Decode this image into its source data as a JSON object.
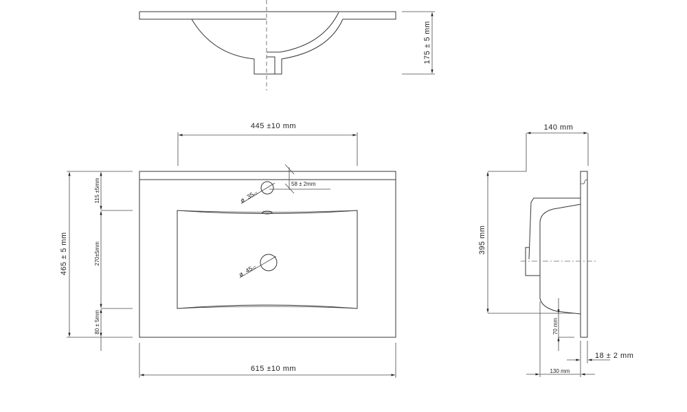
{
  "top_view": {
    "height_label": "175 ± 5 mm"
  },
  "front_view": {
    "basin_width_label": "445 ±10 mm",
    "total_width_label": "615 ±10 mm",
    "total_depth_label": "465 ± 5 mm",
    "back_margin_label": "115 ±5mm",
    "basin_depth_label": "270±5mm",
    "front_margin_label": "80 ± 5mm",
    "tap_hole": {
      "symbol": "ø",
      "diameter": "35",
      "tolerance": "±2"
    },
    "tap_offset_label": "58 ± 2mm",
    "drain_hole": {
      "symbol": "ø",
      "diameter": "45",
      "tolerance": "±2"
    }
  },
  "side_view": {
    "top_depth_label": "140 mm",
    "height_label": "395 mm",
    "drain_offset_label": "70 mm",
    "bottom_depth_label": "130 mm",
    "thickness_label": "18 ± 2 mm"
  }
}
